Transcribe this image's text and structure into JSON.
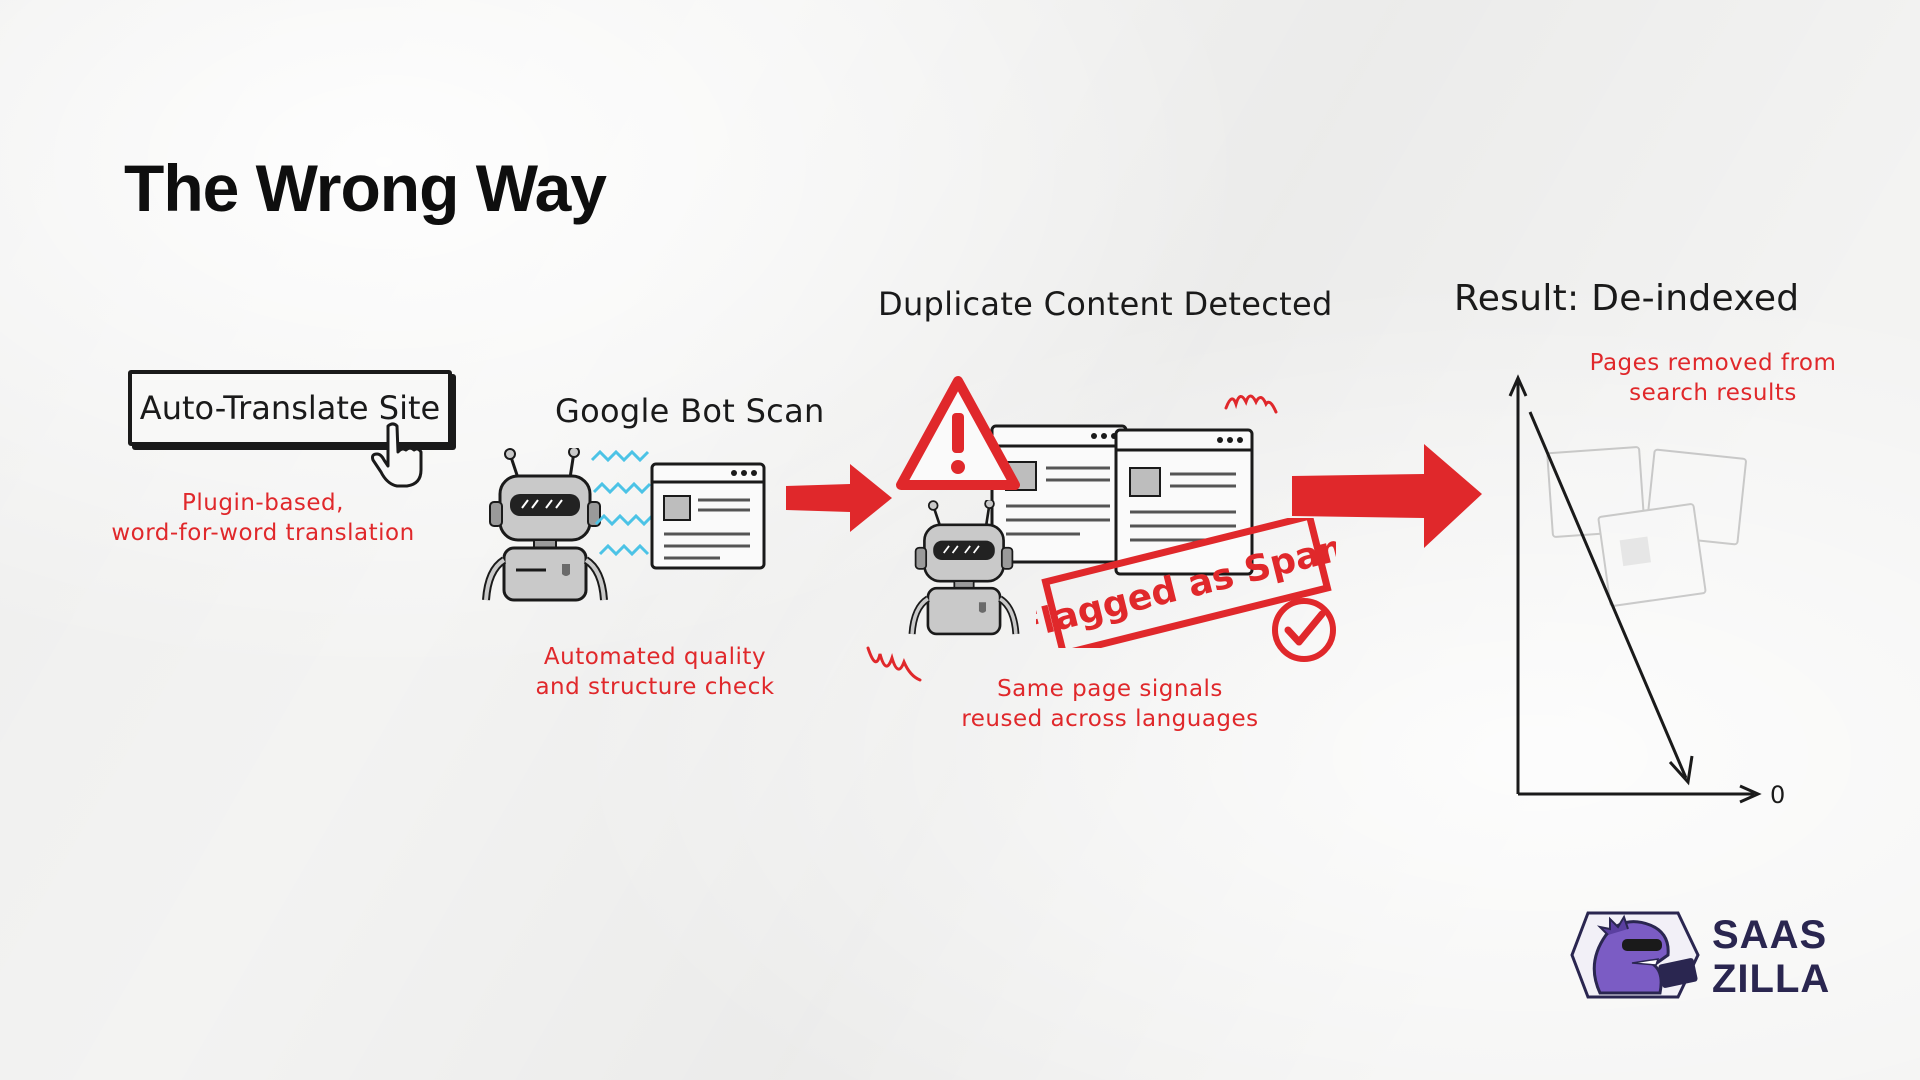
{
  "title": "The Wrong Way",
  "step1": {
    "button_label": "Auto-Translate Site",
    "note": [
      "Plugin-based,",
      "word-for-word translation"
    ]
  },
  "step2": {
    "heading": "Google Bot Scan",
    "note": [
      "Automated quality",
      "and structure check"
    ]
  },
  "step3": {
    "heading": "Duplicate Content Detected",
    "stamp": "Flagged as Spam",
    "note": [
      "Same page signals",
      "reused across languages"
    ]
  },
  "step4": {
    "heading": "Result: De-indexed",
    "note": [
      "Pages removed from",
      "search results"
    ],
    "axis_zero": "0"
  },
  "logo": {
    "line1": "SAAS",
    "line2": "ZILLA"
  },
  "colors": {
    "accent_red": "#e0282b",
    "ink": "#1a1a1a",
    "scan_blue": "#4cc3e6",
    "logo_purple": "#6b4fb3"
  },
  "icons": [
    "pointer-hand-icon",
    "robot-icon",
    "browser-window-icon",
    "warning-triangle-icon",
    "check-circle-icon",
    "scribble-icon",
    "arrow-right-icon"
  ]
}
